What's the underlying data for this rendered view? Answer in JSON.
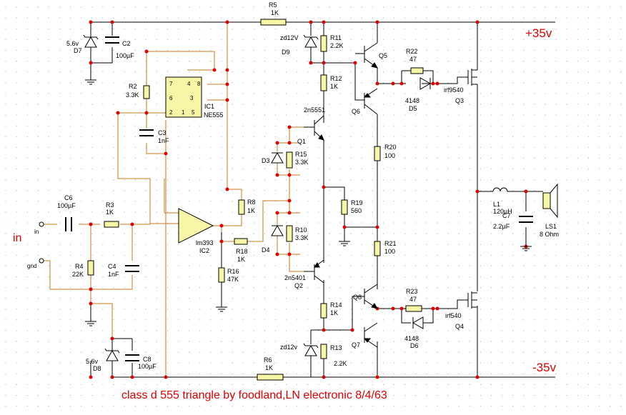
{
  "colors": {
    "wire": "#000000",
    "net": "#c8781e",
    "junction": "#e00000",
    "resistor_fill": "#f6f6a6",
    "opamp_fill": "#f6f6a6",
    "ic_fill": "#f6f6a6",
    "title": "#e00000",
    "grid": "#aab0c8"
  },
  "rails": {
    "pos": "+35v",
    "neg": "-35v",
    "in": "in"
  },
  "io": {
    "input": "in",
    "ground": "gnd"
  },
  "title": "class d 555 triangle by foodland,LN electronic 8/4/63",
  "components": {
    "R5": [
      "R5",
      "1K"
    ],
    "R6": [
      "R6",
      "1K"
    ],
    "D7": [
      "5.6v",
      "D7"
    ],
    "C2": [
      "C2",
      "100µF"
    ],
    "D8": [
      "5.6v",
      "D8"
    ],
    "C8": [
      "C8",
      "100µF"
    ],
    "R2": [
      "R2",
      "3.3K"
    ],
    "C3": [
      "C3",
      "1nF"
    ],
    "IC1": [
      "IC1",
      "NE555"
    ],
    "C6": [
      "C6",
      "100µF"
    ],
    "R3": [
      "R3",
      "1K"
    ],
    "R4": [
      "R4",
      "22K"
    ],
    "C4": [
      "C4",
      "1nF"
    ],
    "IC2": [
      "lm393",
      "IC2"
    ],
    "R8": [
      "R8",
      "1K"
    ],
    "R18": [
      "R18",
      "1K"
    ],
    "R16": [
      "R16",
      "47K"
    ],
    "D9": [
      "zd12V",
      "D9"
    ],
    "R11": [
      "R11",
      "2.2K"
    ],
    "R12": [
      "R12",
      "1K"
    ],
    "Q1": [
      "2n5551",
      "Q1"
    ],
    "D3": [
      "D3"
    ],
    "R15": [
      "R15",
      "3.3K"
    ],
    "D4": [
      "D4"
    ],
    "R10": [
      "R10",
      "3.3K"
    ],
    "Q2": [
      "2n5401",
      "Q2"
    ],
    "R14": [
      "R14",
      "1K"
    ],
    "D10": [
      "zd12v"
    ],
    "R13": [
      "R13",
      "2.2K"
    ],
    "R19": [
      "R19",
      "560"
    ],
    "Q5": [
      "Q5"
    ],
    "Q6": [
      "Q6"
    ],
    "R20": [
      "R20",
      "100"
    ],
    "R21": [
      "R21",
      "100"
    ],
    "Q8": [
      "Q8"
    ],
    "Q7": [
      "Q7"
    ],
    "R22": [
      "R22",
      "47"
    ],
    "D5": [
      "4148",
      "D5"
    ],
    "Q3": [
      "irf9540",
      "Q3"
    ],
    "R23": [
      "R23",
      "47"
    ],
    "D6": [
      "4148",
      "D6"
    ],
    "Q4": [
      "irf540",
      "Q4"
    ],
    "L1": [
      "L1",
      "120µH"
    ],
    "C7": [
      "C7",
      "2.2µF"
    ],
    "LS1": [
      "LS1",
      "8 Ohm"
    ]
  },
  "ic_pins": [
    "7",
    "4",
    "8",
    "6",
    "3",
    "2",
    "1",
    "5"
  ]
}
